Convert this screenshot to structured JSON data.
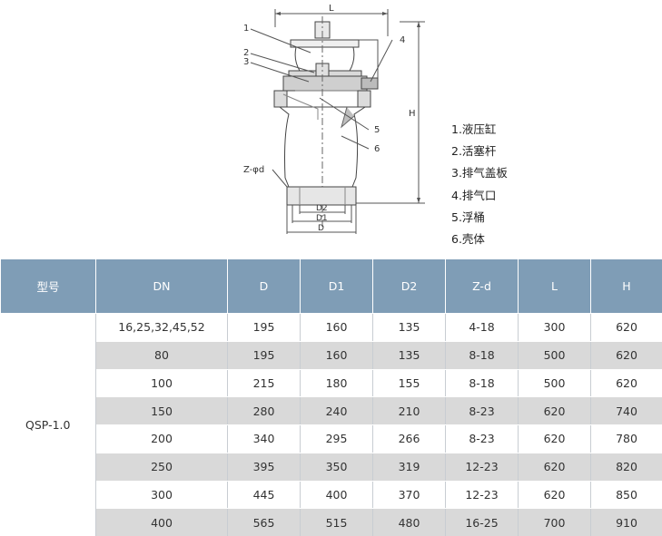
{
  "drawing": {
    "dimensions": {
      "L": "L",
      "H": "H",
      "D": "D",
      "D1": "D1",
      "D2": "D2",
      "Zd": "Z-φd"
    },
    "callouts": [
      "1",
      "2",
      "3",
      "4",
      "5",
      "6"
    ]
  },
  "legend": [
    "1.液压缸",
    "2.活塞杆",
    "3.排气盖板",
    "4.排气口",
    "5.浮桶",
    "6.壳体"
  ],
  "table": {
    "headers": [
      "型号",
      "DN",
      "D",
      "D1",
      "D2",
      "Z-d",
      "L",
      "H"
    ],
    "model": "QSP-1.0",
    "rows": [
      [
        "16,25,32,45,52",
        "195",
        "160",
        "135",
        "4-18",
        "300",
        "620"
      ],
      [
        "80",
        "195",
        "160",
        "135",
        "8-18",
        "500",
        "620"
      ],
      [
        "100",
        "215",
        "180",
        "155",
        "8-18",
        "500",
        "620"
      ],
      [
        "150",
        "280",
        "240",
        "210",
        "8-23",
        "620",
        "740"
      ],
      [
        "200",
        "340",
        "295",
        "266",
        "8-23",
        "620",
        "780"
      ],
      [
        "250",
        "395",
        "350",
        "319",
        "12-23",
        "620",
        "820"
      ],
      [
        "300",
        "445",
        "400",
        "370",
        "12-23",
        "620",
        "850"
      ],
      [
        "400",
        "565",
        "515",
        "480",
        "16-25",
        "700",
        "910"
      ]
    ]
  }
}
